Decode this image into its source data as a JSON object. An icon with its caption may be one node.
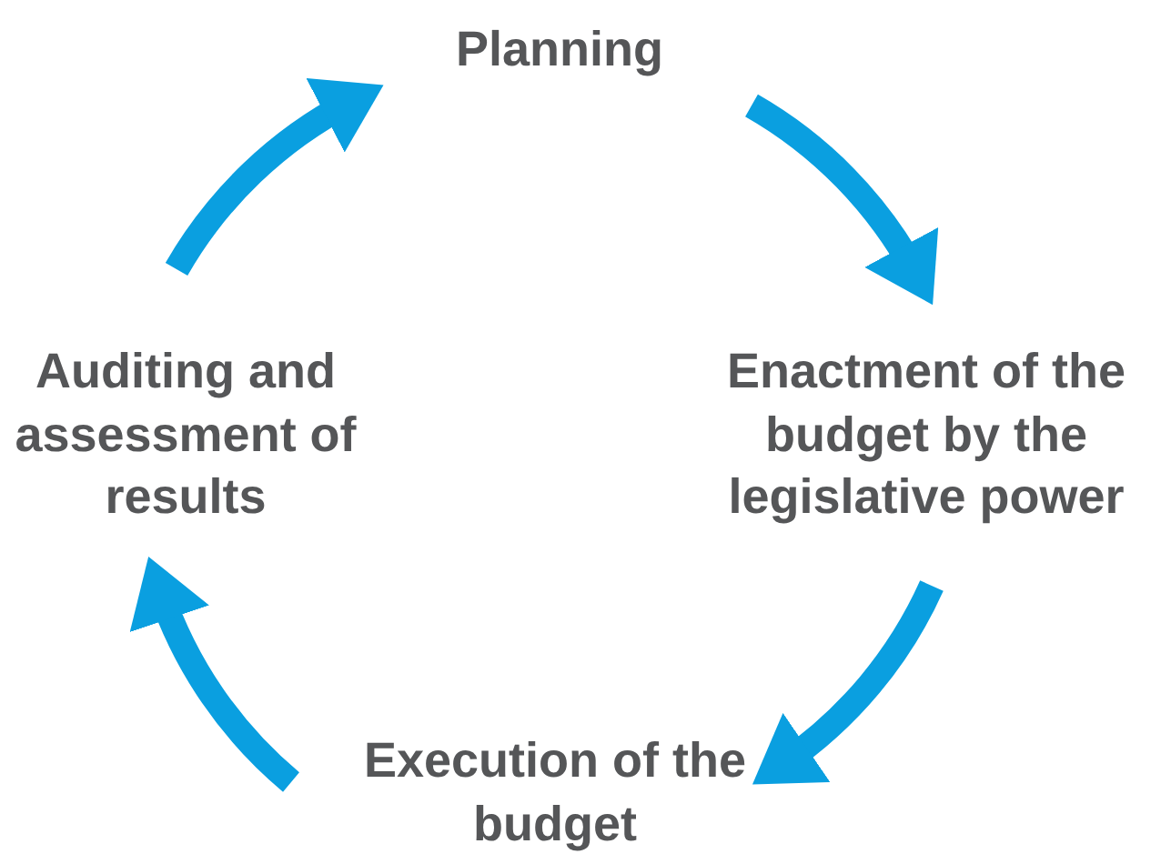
{
  "diagram": {
    "nodes": [
      {
        "text": [
          "Planning"
        ]
      },
      {
        "text": [
          "Enactment of the budget by the legislative power"
        ]
      },
      {
        "text": [
          "Execution of the budget"
        ]
      },
      {
        "text": [
          "Auditing and assessment of results"
        ]
      }
    ],
    "edges": [
      {
        "from": 0,
        "to": 1,
        "arrow": "to"
      },
      {
        "from": 1,
        "to": 2,
        "arrow": "to"
      },
      {
        "from": 2,
        "to": 3,
        "arrow": "to"
      },
      {
        "from": 3,
        "to": 0,
        "arrow": "to"
      }
    ]
  }
}
